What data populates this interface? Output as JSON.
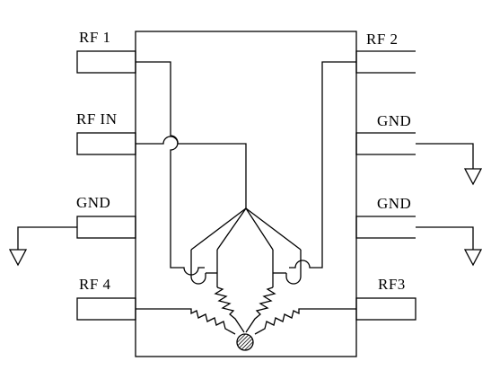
{
  "pins": {
    "rf1": "RF 1",
    "rf_in": "RF IN",
    "gnd_left": "GND",
    "rf4": "RF 4",
    "rf2": "RF 2",
    "gnd_right_top": "GND",
    "gnd_right_bottom": "GND",
    "rf3": "RF3"
  }
}
